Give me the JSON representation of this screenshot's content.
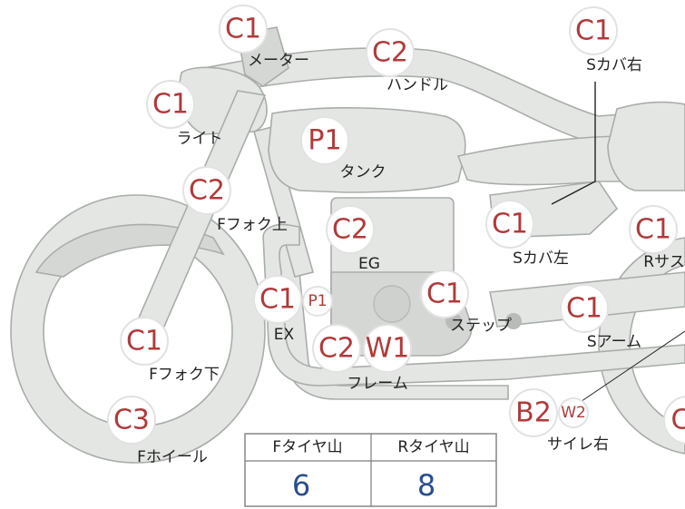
{
  "parts": [
    {
      "id": "meter",
      "code": "C1",
      "label": "メーター"
    },
    {
      "id": "handle",
      "code": "C2",
      "label": "ハンドル"
    },
    {
      "id": "s-cover-right",
      "code": "C1",
      "label": "Sカバ右"
    },
    {
      "id": "light",
      "code": "C1",
      "label": "ライト"
    },
    {
      "id": "tank",
      "code": "P1",
      "label": "タンク"
    },
    {
      "id": "f-fork-upper",
      "code": "C2",
      "label": "Fフォク上"
    },
    {
      "id": "engine",
      "code": "C2",
      "label": "EG"
    },
    {
      "id": "s-cover-left",
      "code": "C1",
      "label": "Sカバ左"
    },
    {
      "id": "r-sus",
      "code": "C1",
      "label": "Rサス"
    },
    {
      "id": "exhaust",
      "code": "C1",
      "extra_code": "P1",
      "label": "EX"
    },
    {
      "id": "step",
      "code": "C1",
      "label": "ステップ"
    },
    {
      "id": "f-fork-lower",
      "code": "C1",
      "label": "Fフォク下"
    },
    {
      "id": "frame",
      "code": "C2",
      "extra_code": "W1",
      "label": "フレーム"
    },
    {
      "id": "s-arm",
      "code": "C1",
      "label": "Sアーム"
    },
    {
      "id": "f-wheel",
      "code": "C3",
      "label": "Fホイール"
    },
    {
      "id": "silencer-right",
      "code": "B2",
      "extra_code": "W2",
      "label": "サイレ右"
    },
    {
      "id": "r-wheel",
      "code": "C"
    }
  ],
  "tire_table": {
    "headers": [
      "Fタイヤ山",
      "Rタイヤ山"
    ],
    "values": [
      "6",
      "8"
    ]
  },
  "colors": {
    "code": "#b03a3a",
    "tire_value": "#2a4d8f",
    "body_fill": "#e4e6e4",
    "body_stroke": "#a9ada9"
  }
}
